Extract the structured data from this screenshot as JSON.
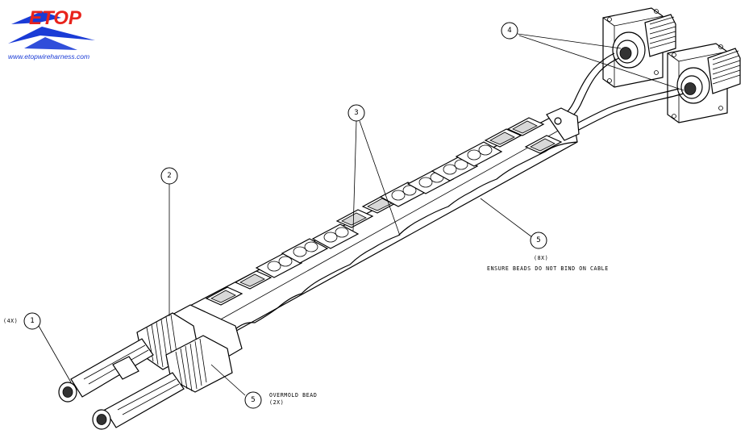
{
  "logo": {
    "brand": "ETOP",
    "url": "www.etopwireharness.com",
    "colors": {
      "red": "#e8231c",
      "blue": "#1a3bd6"
    }
  },
  "callouts": [
    {
      "id": "c1",
      "number": "1"
    },
    {
      "id": "c2",
      "number": "2"
    },
    {
      "id": "c3",
      "number": "3"
    },
    {
      "id": "c4",
      "number": "4"
    },
    {
      "id": "c5a",
      "number": "5"
    },
    {
      "id": "c5b",
      "number": "5"
    }
  ],
  "notes": {
    "qty_4x": "(4X)",
    "qty_8x": "(8X)",
    "beads_note": "ENSURE BEADS DO NOT BIND ON CABLE",
    "overmold": "OVERMOLD BEAD",
    "qty_2x": "(2X)"
  }
}
